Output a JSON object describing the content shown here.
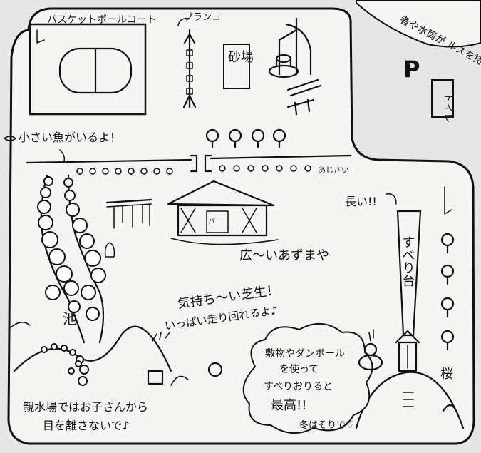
{
  "colors": {
    "background": "#e6e6e6",
    "ground": "#f5f5f3",
    "ink": "#111111"
  },
  "labels": {
    "basketball_court": "バスケットボールコート",
    "swing": "ブランコ",
    "sandbox": "砂場",
    "top_banner": "者や水筒が ルスを持って♪",
    "parking": "P",
    "toilet": "トイレ",
    "small_fish": "小さい魚がいるよ！",
    "hydrangea": "あじさい",
    "long": "長い!!",
    "slide": "すべり台",
    "gazebo_sign": "バ",
    "gazebo": "広～いあずまや",
    "lawn_line1": "気持ち～い芝生！",
    "lawn_line2": "いっぱい走り回れるよ♪",
    "pond": "池",
    "cherry": "桜",
    "cloud_line1": "敷物やダンボール",
    "cloud_line2": "を使って",
    "cloud_line3": "すべりおりると",
    "cloud_line4": "最高!!",
    "cloud_line5": "冬はそりで♡",
    "water_line1": "親水場ではお子さんから",
    "water_line2": "目を離さないで♪"
  }
}
